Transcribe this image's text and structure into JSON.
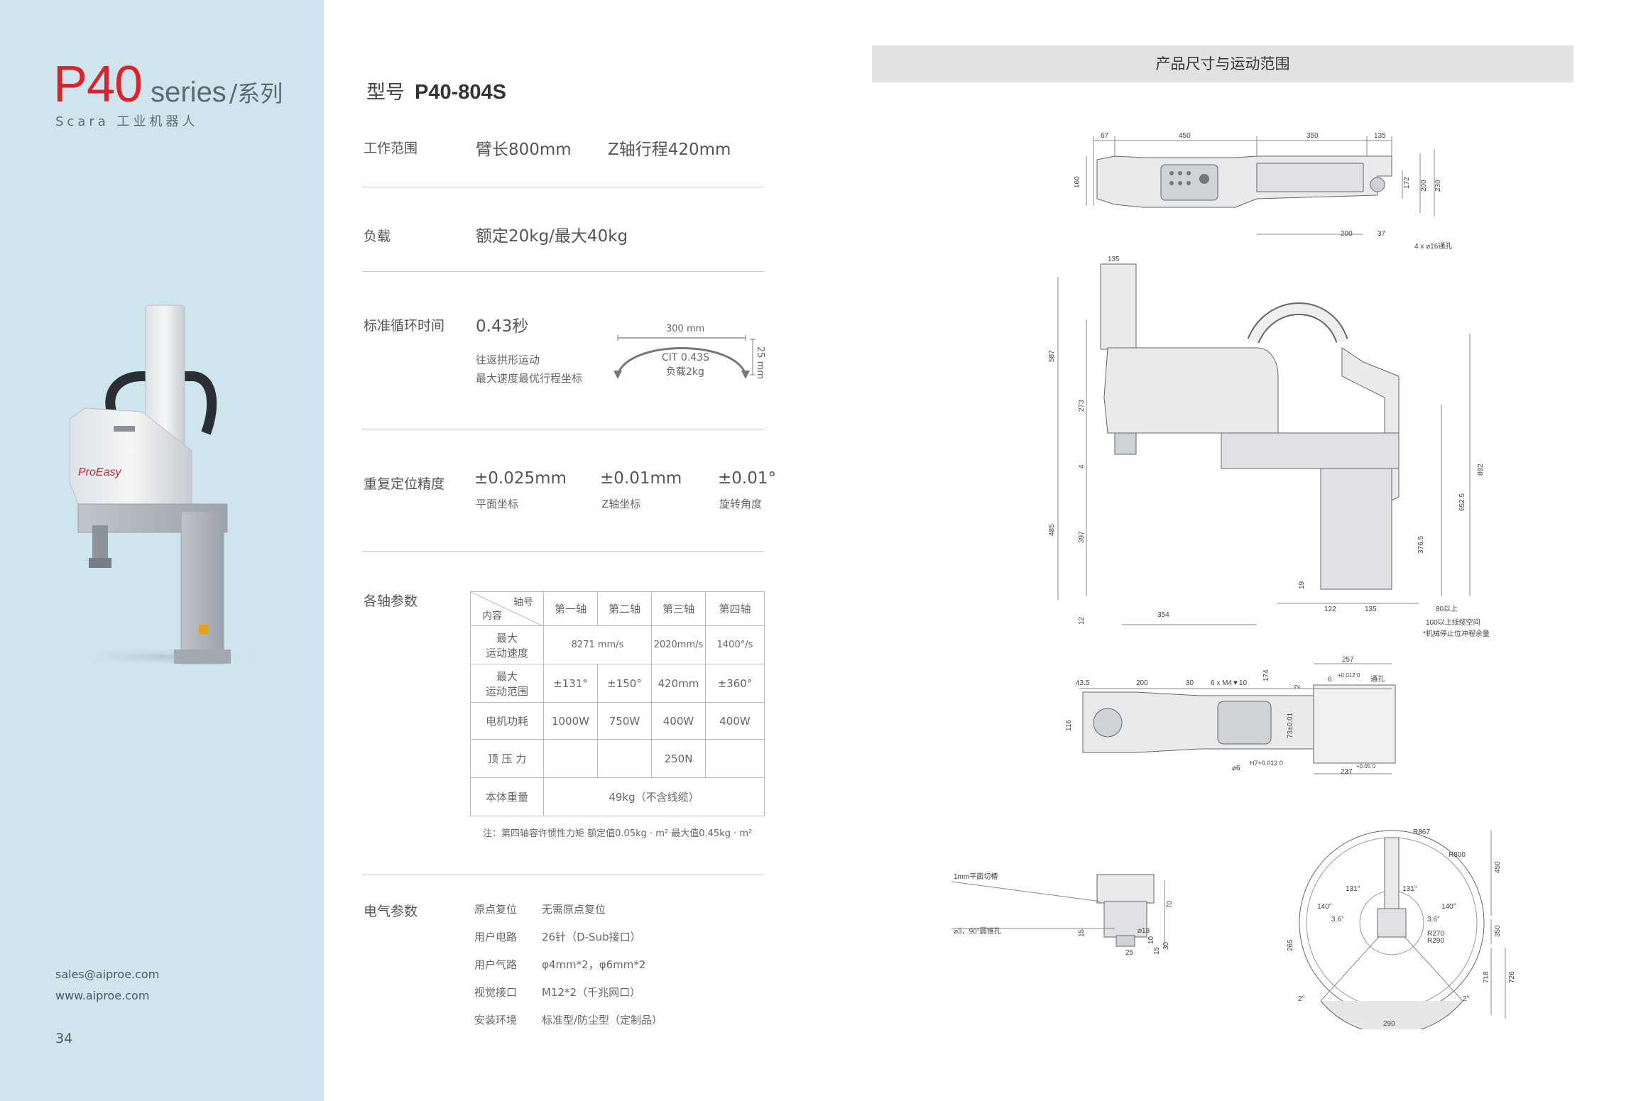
{
  "sidebar": {
    "series_model": "P40",
    "series_word": "series",
    "series_slash": "/",
    "series_cn": "系列",
    "subtitle": "Scara 工业机器人",
    "email": "sales@aiproe.com",
    "website": "www.aiproe.com",
    "page_number": "34",
    "robot_brand_mark": "ProEasy"
  },
  "model": {
    "label": "型号",
    "value": "P40-804S"
  },
  "specs": {
    "work_range": {
      "label": "工作范围",
      "arm_length": "臂长800mm",
      "z_stroke": "Z轴行程420mm"
    },
    "payload": {
      "label": "负载",
      "value": "额定20kg/最大40kg"
    },
    "cycle_time": {
      "label": "标准循环时间",
      "value": "0.43秒",
      "note1": "往返拱形运动",
      "note2": "最大速度最优行程坐标",
      "diagram_width": "300 mm",
      "diagram_height": "25 mm",
      "diagram_cit": "CIT 0.43S",
      "diagram_load": "负载2kg"
    },
    "repeatability": {
      "label": "重复定位精度",
      "values": [
        {
          "value": "±0.025mm",
          "caption": "平面坐标"
        },
        {
          "value": "±0.01mm",
          "caption": "Z轴坐标"
        },
        {
          "value": "±0.01°",
          "caption": "旋转角度"
        }
      ]
    },
    "axis_params": {
      "label": "各轴参数",
      "header_corner_top": "轴号",
      "header_corner_bottom": "内容",
      "columns": [
        "第一轴",
        "第二轴",
        "第三轴",
        "第四轴"
      ],
      "rows": {
        "max_speed": {
          "label": "最大运动速度",
          "label_line1": "最大",
          "label_line2": "运动速度",
          "span12": "8271 mm/s",
          "axis3": "2020mm/s",
          "axis4": "1400°/s"
        },
        "max_range": {
          "label_line1": "最大",
          "label_line2": "运动范围",
          "values": [
            "±131°",
            "±150°",
            "420mm",
            "±360°"
          ]
        },
        "motor_power": {
          "label": "电机功耗",
          "values": [
            "1000W",
            "750W",
            "400W",
            "400W"
          ]
        },
        "push_force": {
          "label": "顶 压 力",
          "axis3": "250N"
        },
        "body_weight": {
          "label": "本体重量",
          "value": "49kg（不含线缆）"
        }
      },
      "note": "注：第四轴容许惯性力矩  额定值0.05kg · m²   最大值0.45kg · m²"
    },
    "electrical": {
      "label": "电气参数",
      "items": [
        {
          "key": "原点复位",
          "value": "无需原点复位"
        },
        {
          "key": "用户电路",
          "value": "26针（D-Sub接口）"
        },
        {
          "key": "用户气路",
          "value": "φ4mm*2，φ6mm*2"
        },
        {
          "key": "视觉接口",
          "value": "M12*2（千兆网口）"
        },
        {
          "key": "安装环境",
          "value": "标准型/防尘型（定制品）"
        }
      ]
    }
  },
  "dimensions": {
    "title": "产品尺寸与运动范围",
    "top_view": {
      "d67": "67",
      "d450": "450",
      "d350": "350",
      "d135": "135",
      "d160": "160",
      "d172": "172",
      "d200v": "200",
      "d230": "230",
      "d200h": "200",
      "d37": "37",
      "holes": "4 x ⌀16通孔"
    },
    "side_view": {
      "d135": "135",
      "d587": "587",
      "d273": "273",
      "d4": "4",
      "d485": "485",
      "d397": "397",
      "d882": "882",
      "d652": "652.5",
      "d376": "376.5",
      "d19": "19",
      "d12": "12",
      "d354": "354",
      "d122": "122",
      "d135b": "135",
      "d80": "80以上",
      "cable_space": "100以上线缆空间",
      "stop_note": "*机械停止位冲程余量"
    },
    "bottom_view": {
      "d43": "43.5",
      "d200": "200",
      "d30": "30",
      "m4": "6 x M4▼10",
      "d174": "174",
      "d257": "257",
      "d2": "2",
      "d6": "6",
      "tol6": "+0.012 0",
      "through": "通孔",
      "d116": "116",
      "d73": "73±0.01",
      "phi6": "⌀6",
      "h7": "H7+0.012 0",
      "d237": "237",
      "tol237": "+0.05 0"
    },
    "flange_view": {
      "groove": "1mm平面切槽",
      "hole": "⌀3，90°圆锥孔",
      "d70": "70",
      "d15": "15",
      "d18": "⌀18",
      "d10": "10",
      "d25": "25",
      "d30": "30",
      "d15b": "15"
    },
    "range_view": {
      "r867": "R867",
      "r800": "R800",
      "a131l": "131°",
      "a131r": "131°",
      "a140l": "140°",
      "a140r": "140°",
      "a36l": "3.6°",
      "a36r": "3.6°",
      "r270": "R270",
      "r290": "R290",
      "d265": "265",
      "d450": "450",
      "d350": "350",
      "d718": "718",
      "d726": "726",
      "a2l": "2°",
      "a2r": "2°",
      "d290": "290"
    }
  }
}
